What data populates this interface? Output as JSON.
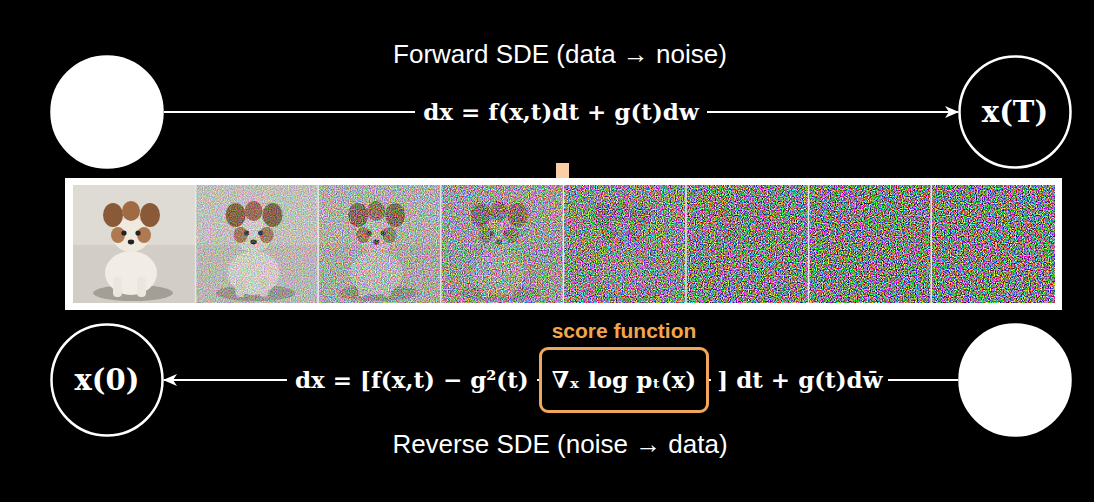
{
  "diagram": {
    "nodes": [
      {
        "text": []
      },
      {
        "text": [
          "x(T)"
        ]
      },
      {
        "text": [
          "x(0)"
        ]
      },
      {
        "text": []
      },
      {
        "text": [
          "score function",
          "∇ₓ log pₜ(x)"
        ]
      }
    ],
    "edges": [
      {
        "from": 0,
        "to": 1,
        "arrow": "to",
        "label": "dx = f(x,t)dt + g(t)dw"
      },
      {
        "from": 3,
        "to": 2,
        "arrow": "to",
        "label": "dx = [f(x,t) − g²(t)"
      }
    ],
    "labels": [
      "Forward SDE (data → noise)",
      "] dt + g(t)dw̄",
      "Reverse SDE (noise → data)"
    ]
  }
}
